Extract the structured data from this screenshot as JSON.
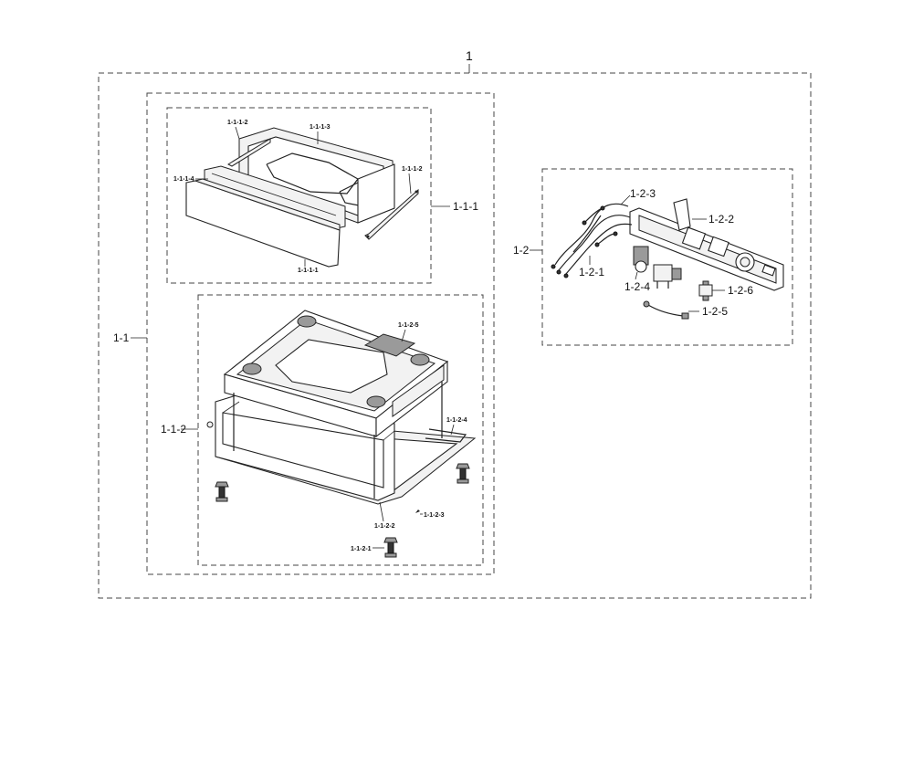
{
  "labels": {
    "assembly": "1",
    "sub_1_1": "1-1",
    "sub_1_1_1": "1-1-1",
    "sub_1_1_2": "1-1-2",
    "sub_1_2": "1-2",
    "p_1_1_1_1": "1-1-1-1",
    "p_1_1_1_2a": "1-1-1-2",
    "p_1_1_1_2b": "1-1-1-2",
    "p_1_1_1_3": "1-1-1-3",
    "p_1_1_1_4": "1-1-1-4",
    "p_1_1_2_1": "1-1-2-1",
    "p_1_1_2_2": "1-1-2-2",
    "p_1_1_2_3": "1-1-2-3",
    "p_1_1_2_4": "1-1-2-4",
    "p_1_1_2_5": "1-1-2-5",
    "p_1_2_1": "1-2-1",
    "p_1_2_2": "1-2-2",
    "p_1_2_3": "1-2-3",
    "p_1_2_4": "1-2-4",
    "p_1_2_5": "1-2-5",
    "p_1_2_6": "1-2-6"
  }
}
